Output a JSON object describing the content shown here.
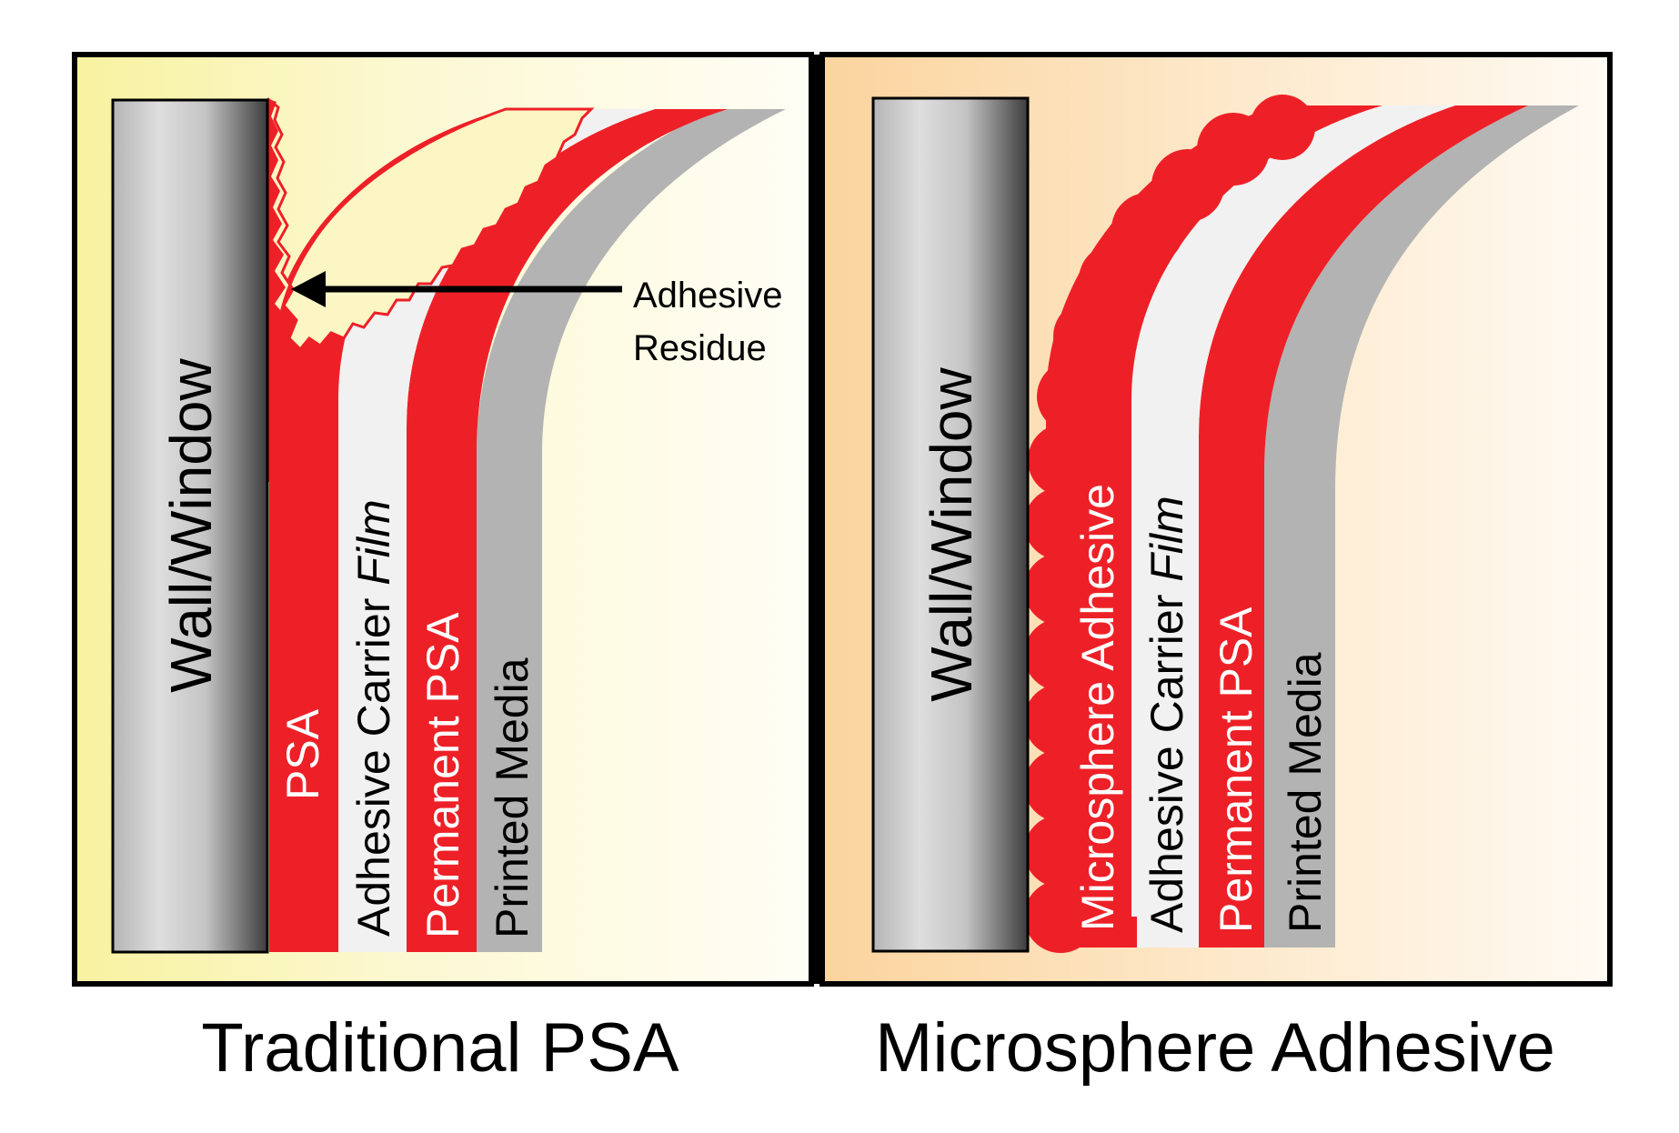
{
  "panels": [
    {
      "caption": "Traditional PSA",
      "wall_label": "Wall/Window",
      "layers": [
        {
          "label": "PSA",
          "label_prefix": "",
          "color": "#ee2027",
          "text_color": "#ffffff"
        },
        {
          "label": "Adhesive Carrier ",
          "label_italic": "Film",
          "color": "#f1f1f1",
          "text_color": "#000000"
        },
        {
          "label": "Permanent PSA",
          "color": "#ee2027",
          "text_color": "#ffffff"
        },
        {
          "label": "Printed Media",
          "color": "#b3b3b3",
          "text_color": "#000000"
        }
      ],
      "callout": {
        "line1": "Adhesive",
        "line2": "Residue"
      },
      "background_gradient": [
        "#f8f2a0",
        "#fefdf0"
      ],
      "residue_color": "#fbf6c4"
    },
    {
      "caption": "Microsphere Adhesive",
      "wall_label": "Wall/Window",
      "layers": [
        {
          "label": "Microsphere Adhesive",
          "color": "#ee2027",
          "text_color": "#ffffff"
        },
        {
          "label": "Adhesive Carrier ",
          "label_italic": "Film",
          "color": "#f1f1f1",
          "text_color": "#000000"
        },
        {
          "label": "Permanent PSA",
          "color": "#ee2027",
          "text_color": "#ffffff"
        },
        {
          "label": "Printed Media",
          "color": "#b3b3b3",
          "text_color": "#000000"
        }
      ],
      "background_gradient": [
        "#fbd8a8",
        "#fefaf4"
      ]
    }
  ],
  "colors": {
    "frame": "#000000",
    "wall_light": "#d8d8d8",
    "wall_dark": "#4a4a4a"
  }
}
